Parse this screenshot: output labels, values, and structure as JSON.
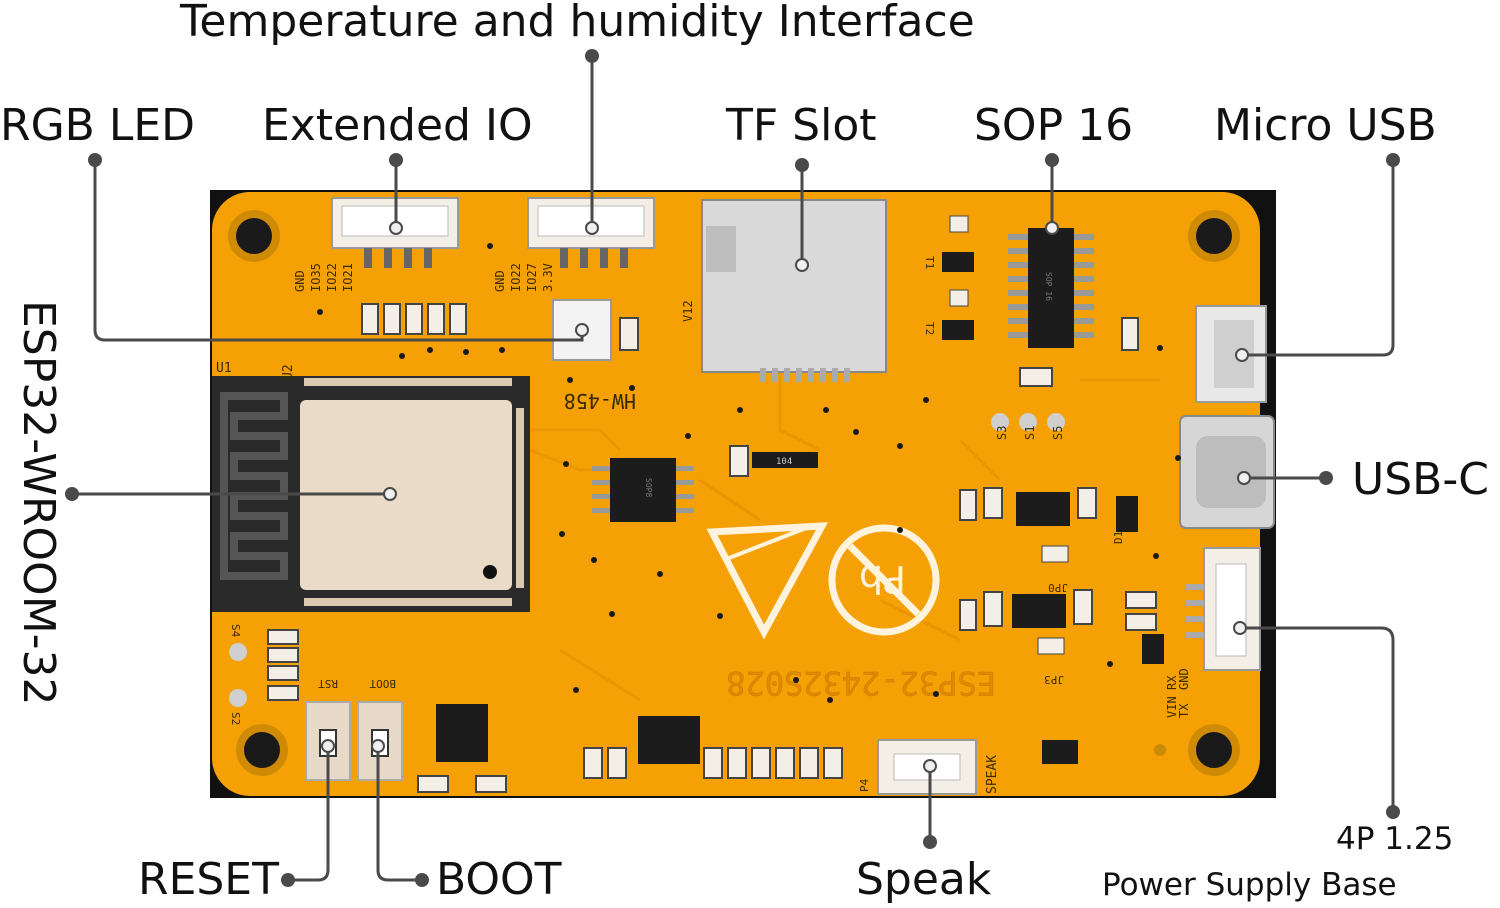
{
  "labels": {
    "temp_humidity": "Temperature and humidity Interface",
    "rgb_led": "RGB LED",
    "extended_io": "Extended IO",
    "tf_slot": "TF Slot",
    "sop16": "SOP 16",
    "micro_usb": "Micro USB",
    "esp32": "ESP32-WROOM-32",
    "usb_c": "USB-C",
    "reset": "RESET",
    "boot": "BOOT",
    "speak": "Speak",
    "power_line1": "4P 1.25",
    "power_line2": "Power Supply Base"
  },
  "board_silkscreen": {
    "model": "ESP32-2432S028",
    "module_tag": "HW-458",
    "u1": "U1",
    "u2": "U2",
    "v12": "V12",
    "t1": "T1",
    "t2": "T2",
    "s3": "S3",
    "s1": "S1",
    "s5": "S5",
    "s4": "S4",
    "s2": "S2",
    "d1": "D1",
    "jp0": "JP0",
    "jp3": "JP3",
    "p4": "P4",
    "speak_port": "SPEAK",
    "rst": "RST",
    "boot": "BOOT",
    "sop8": "SOP8",
    "sop16_chip": "SOP 16",
    "res_104": "104",
    "power_pins": [
      "VIN",
      "TX",
      "RX",
      "GND"
    ],
    "io_pins_a": [
      "GND",
      "IO35",
      "IO22",
      "IO21"
    ],
    "io_pins_b": [
      "GND",
      "IO22",
      "IO27",
      "3.3V"
    ]
  },
  "colors": {
    "board": "#f5a106",
    "leader": "#4a4a4a",
    "chip": "#1c1c1c",
    "module_shield": "#eadbc8"
  }
}
